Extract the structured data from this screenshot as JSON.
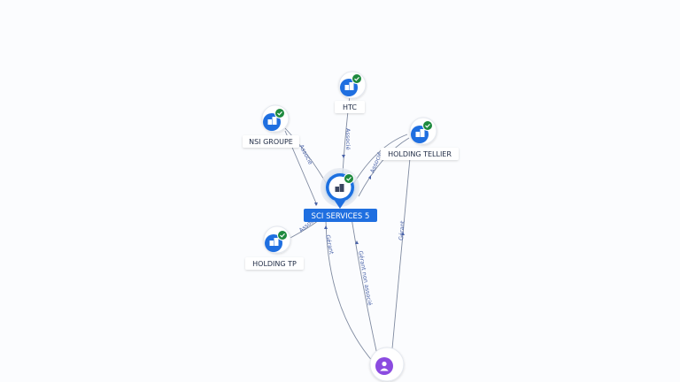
{
  "graph": {
    "center": {
      "label": "SCI SERVICES 5",
      "icon": "building-icon"
    },
    "companies": [
      {
        "id": "htc",
        "label": "HTC",
        "icon": "building-icon",
        "verified": true
      },
      {
        "id": "nsi",
        "label": "NSI GROUPE",
        "icon": "building-icon",
        "verified": true
      },
      {
        "id": "tellier",
        "label": "HOLDING TELLIER",
        "icon": "building-icon",
        "verified": true
      },
      {
        "id": "tp",
        "label": "HOLDING TP",
        "icon": "building-icon",
        "verified": true
      }
    ],
    "person": {
      "icon": "person-icon"
    },
    "edges": {
      "htc": "Associé",
      "nsi": "Associé",
      "tellier": "Associé",
      "tp": "Associé",
      "gerant_left": "Gérant",
      "gerant_non_associe": "Gérant non associé",
      "gerant_right": "Gérant"
    },
    "colors": {
      "accent": "#1f6fe0",
      "verified": "#1e8a3e",
      "person": "#8b4be0"
    }
  }
}
